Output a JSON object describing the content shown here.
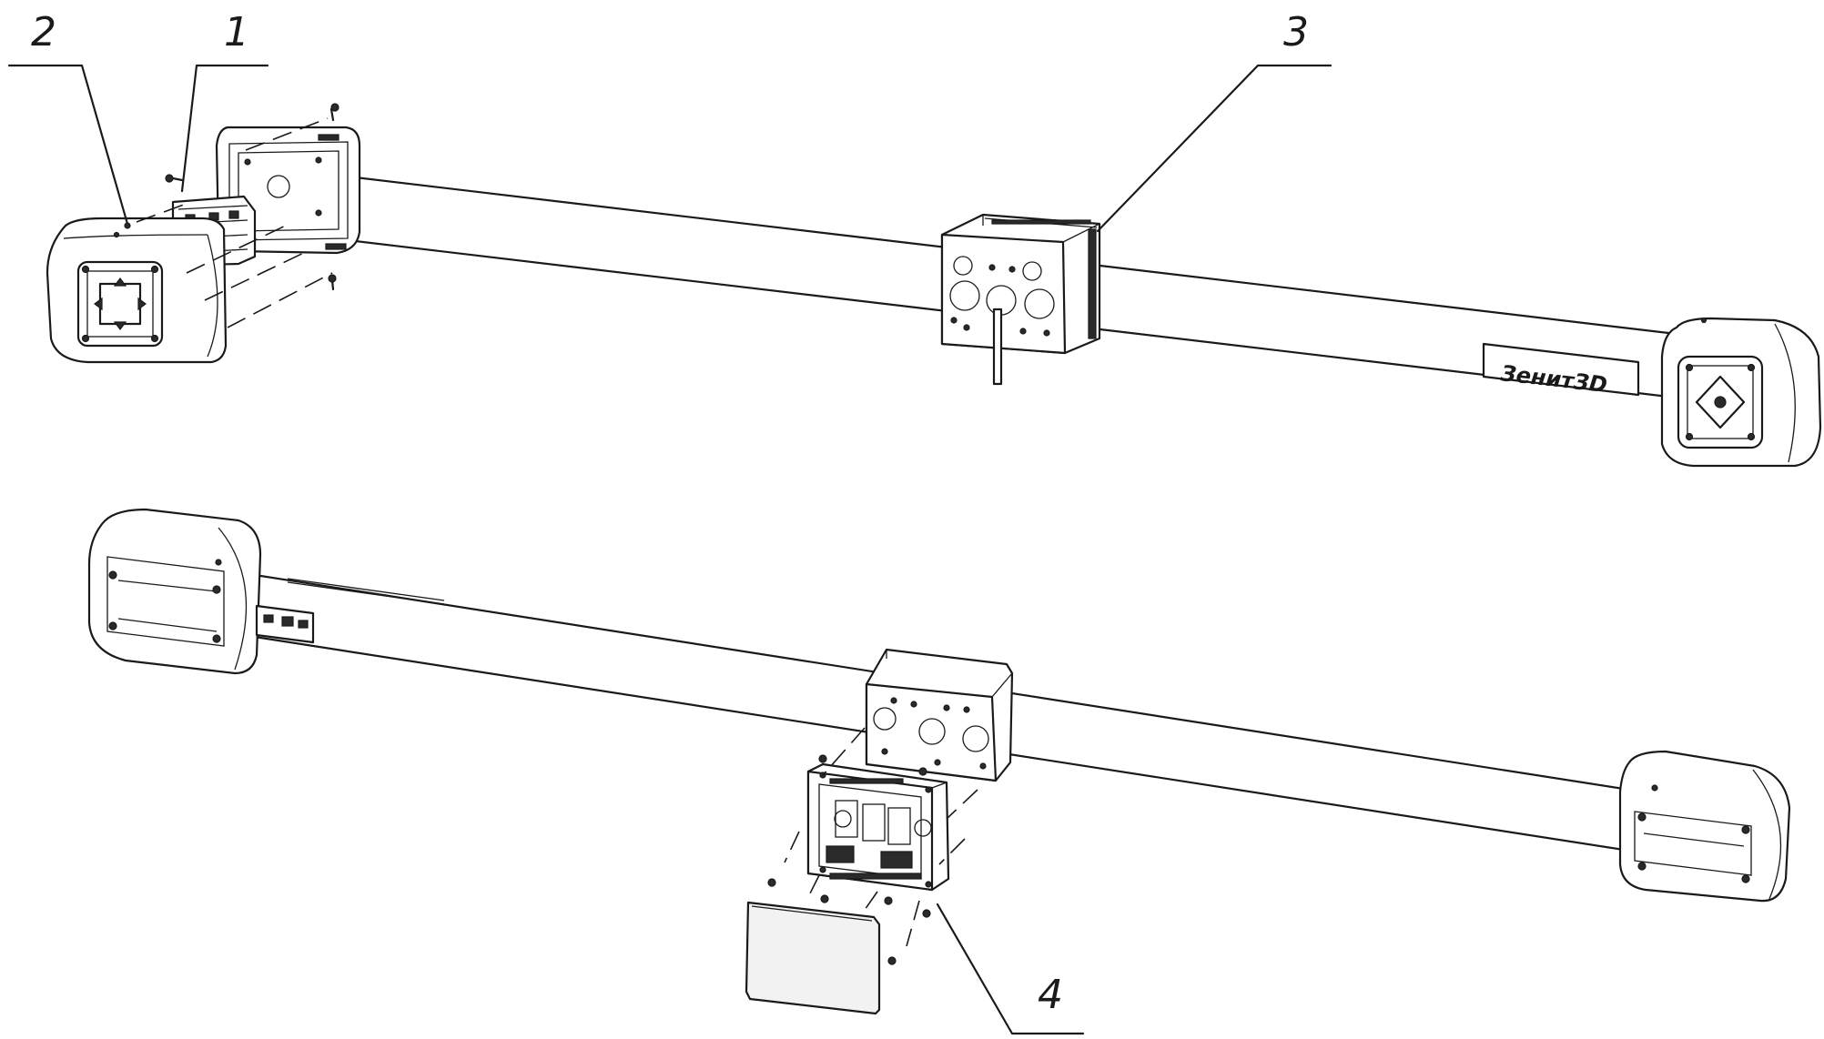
{
  "drawing": {
    "callouts": [
      {
        "id": "callout-1",
        "label": "1"
      },
      {
        "id": "callout-2",
        "label": "2"
      },
      {
        "id": "callout-3",
        "label": "3"
      },
      {
        "id": "callout-4",
        "label": "4"
      }
    ],
    "logo_text": "ЗенитЗD"
  }
}
